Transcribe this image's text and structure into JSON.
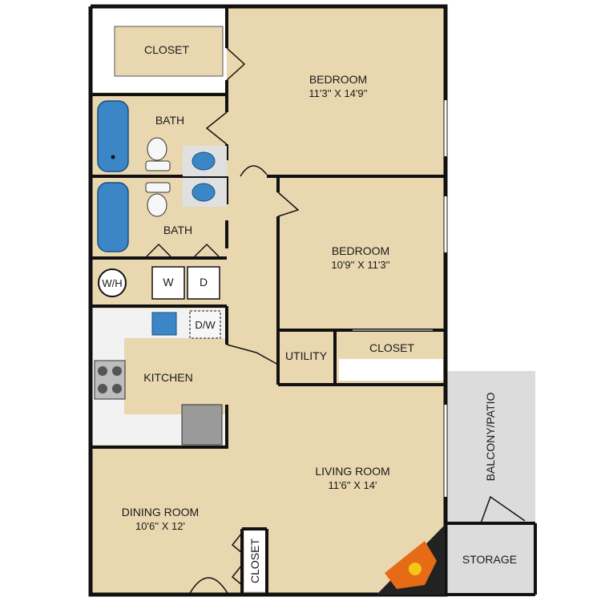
{
  "colors": {
    "floor": "#e9d7b0",
    "wall": "#111111",
    "exterior": "#dcdcdc",
    "tub": "#3b86c6",
    "fixture_white": "#f7f7f7"
  },
  "rooms": {
    "closet_top": {
      "name": "CLOSET"
    },
    "bedroom_1": {
      "name": "BEDROOM",
      "size": "11'3'' X 14'9''"
    },
    "bath_1": {
      "name": "BATH"
    },
    "bath_2": {
      "name": "BATH"
    },
    "bedroom_2": {
      "name": "BEDROOM",
      "size": "10'9'' X 11'3''"
    },
    "utility": {
      "name": "UTILITY"
    },
    "closet_mid": {
      "name": "CLOSET"
    },
    "kitchen": {
      "name": "KITCHEN"
    },
    "living_room": {
      "name": "LIVING ROOM",
      "size": "11'6'' X 14'"
    },
    "dining_room": {
      "name": "DINING ROOM",
      "size": "10'6'' X 12'"
    },
    "closet_entry": {
      "name": "CLOSET"
    },
    "balcony": {
      "name": "BALCONY/PATIO"
    },
    "storage": {
      "name": "STORAGE"
    }
  },
  "appliances": {
    "washer": "W",
    "dryer": "D",
    "water_heater": "W/H",
    "dishwasher": "D/W"
  },
  "icons": [
    "bathtub-icon",
    "toilet-icon",
    "sink-icon",
    "stove-icon",
    "refrigerator-icon",
    "fireplace-icon",
    "door-swing-icon"
  ]
}
